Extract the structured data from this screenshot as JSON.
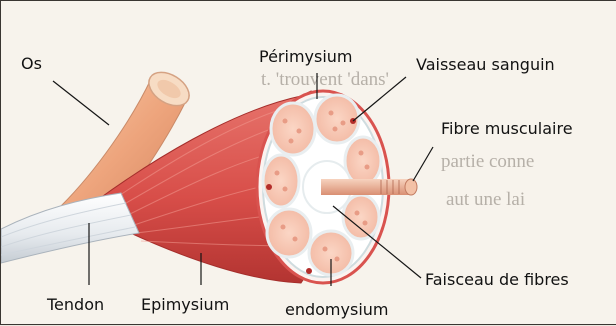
{
  "labels": {
    "os": "Os",
    "perimysium": "Périmysium",
    "vaisseau": "Vaisseau sanguin",
    "fibre": "Fibre musculaire",
    "faisceau": "Faisceau de fibres",
    "tendon": "Tendon",
    "epimysium": "Epimysium",
    "endomysium": "endomysium"
  },
  "colors": {
    "muscle": "#d9534f",
    "muscle_dark": "#b8322f",
    "bone": "#f2b48c",
    "tendon": "#eef0f3",
    "fascicle_fill": "#f6c7b4",
    "fascicle_border": "#f3f7f7",
    "line": "#151515"
  }
}
